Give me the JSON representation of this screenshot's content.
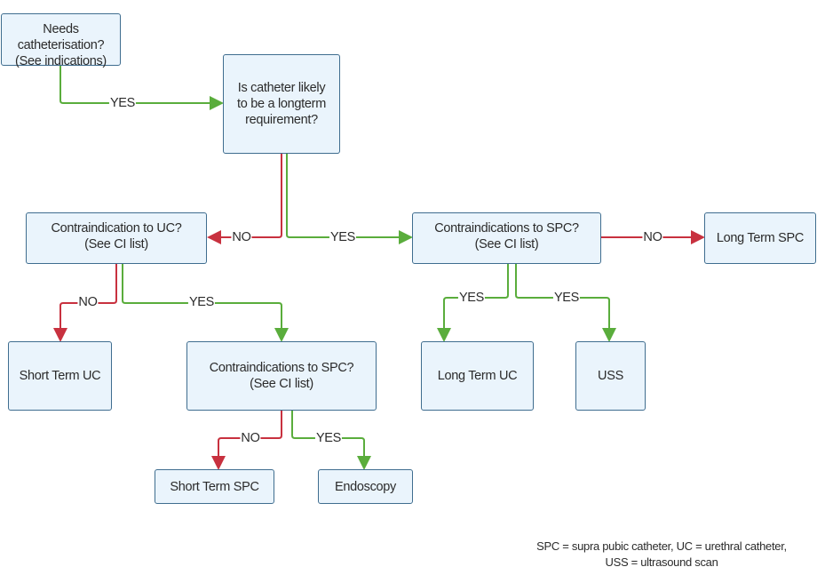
{
  "diagram": {
    "type": "flowchart",
    "colors": {
      "yes": "#5aad3c",
      "no": "#c8313f",
      "node_fill": "#eaf4fc",
      "node_border": "#3f6d8f"
    },
    "nodes": {
      "needs_cath": "Needs\ncatheterisation?\n(See indications)",
      "longterm_q": "Is catheter likely\nto be a longterm\nrequirement?",
      "ci_uc": "Contraindication to UC?\n(See CI list)",
      "ci_spc_right": "Contraindications to SPC?\n(See CI list)",
      "long_term_spc": "Long Term SPC",
      "short_term_uc": "Short Term UC",
      "ci_spc_mid": "Contraindications to SPC?\n(See CI list)",
      "long_term_uc": "Long Term UC",
      "uss": "USS",
      "short_term_spc": "Short Term SPC",
      "endoscopy": "Endoscopy"
    },
    "edges": [
      {
        "from": "needs_cath",
        "to": "longterm_q",
        "label": "YES",
        "kind": "yes"
      },
      {
        "from": "longterm_q",
        "to": "ci_uc",
        "label": "NO",
        "kind": "no"
      },
      {
        "from": "longterm_q",
        "to": "ci_spc_right",
        "label": "YES",
        "kind": "yes"
      },
      {
        "from": "ci_spc_right",
        "to": "long_term_spc",
        "label": "NO",
        "kind": "no"
      },
      {
        "from": "ci_uc",
        "to": "short_term_uc",
        "label": "NO",
        "kind": "no"
      },
      {
        "from": "ci_uc",
        "to": "ci_spc_mid",
        "label": "YES",
        "kind": "yes"
      },
      {
        "from": "ci_spc_right",
        "to": "long_term_uc",
        "label": "YES",
        "kind": "yes"
      },
      {
        "from": "ci_spc_right",
        "to": "uss",
        "label": "YES",
        "kind": "yes"
      },
      {
        "from": "ci_spc_mid",
        "to": "short_term_spc",
        "label": "NO",
        "kind": "no"
      },
      {
        "from": "ci_spc_mid",
        "to": "endoscopy",
        "label": "YES",
        "kind": "yes"
      }
    ],
    "footnote": "SPC = supra pubic catheter, UC = urethral catheter,\nUSS = ultrasound scan"
  }
}
